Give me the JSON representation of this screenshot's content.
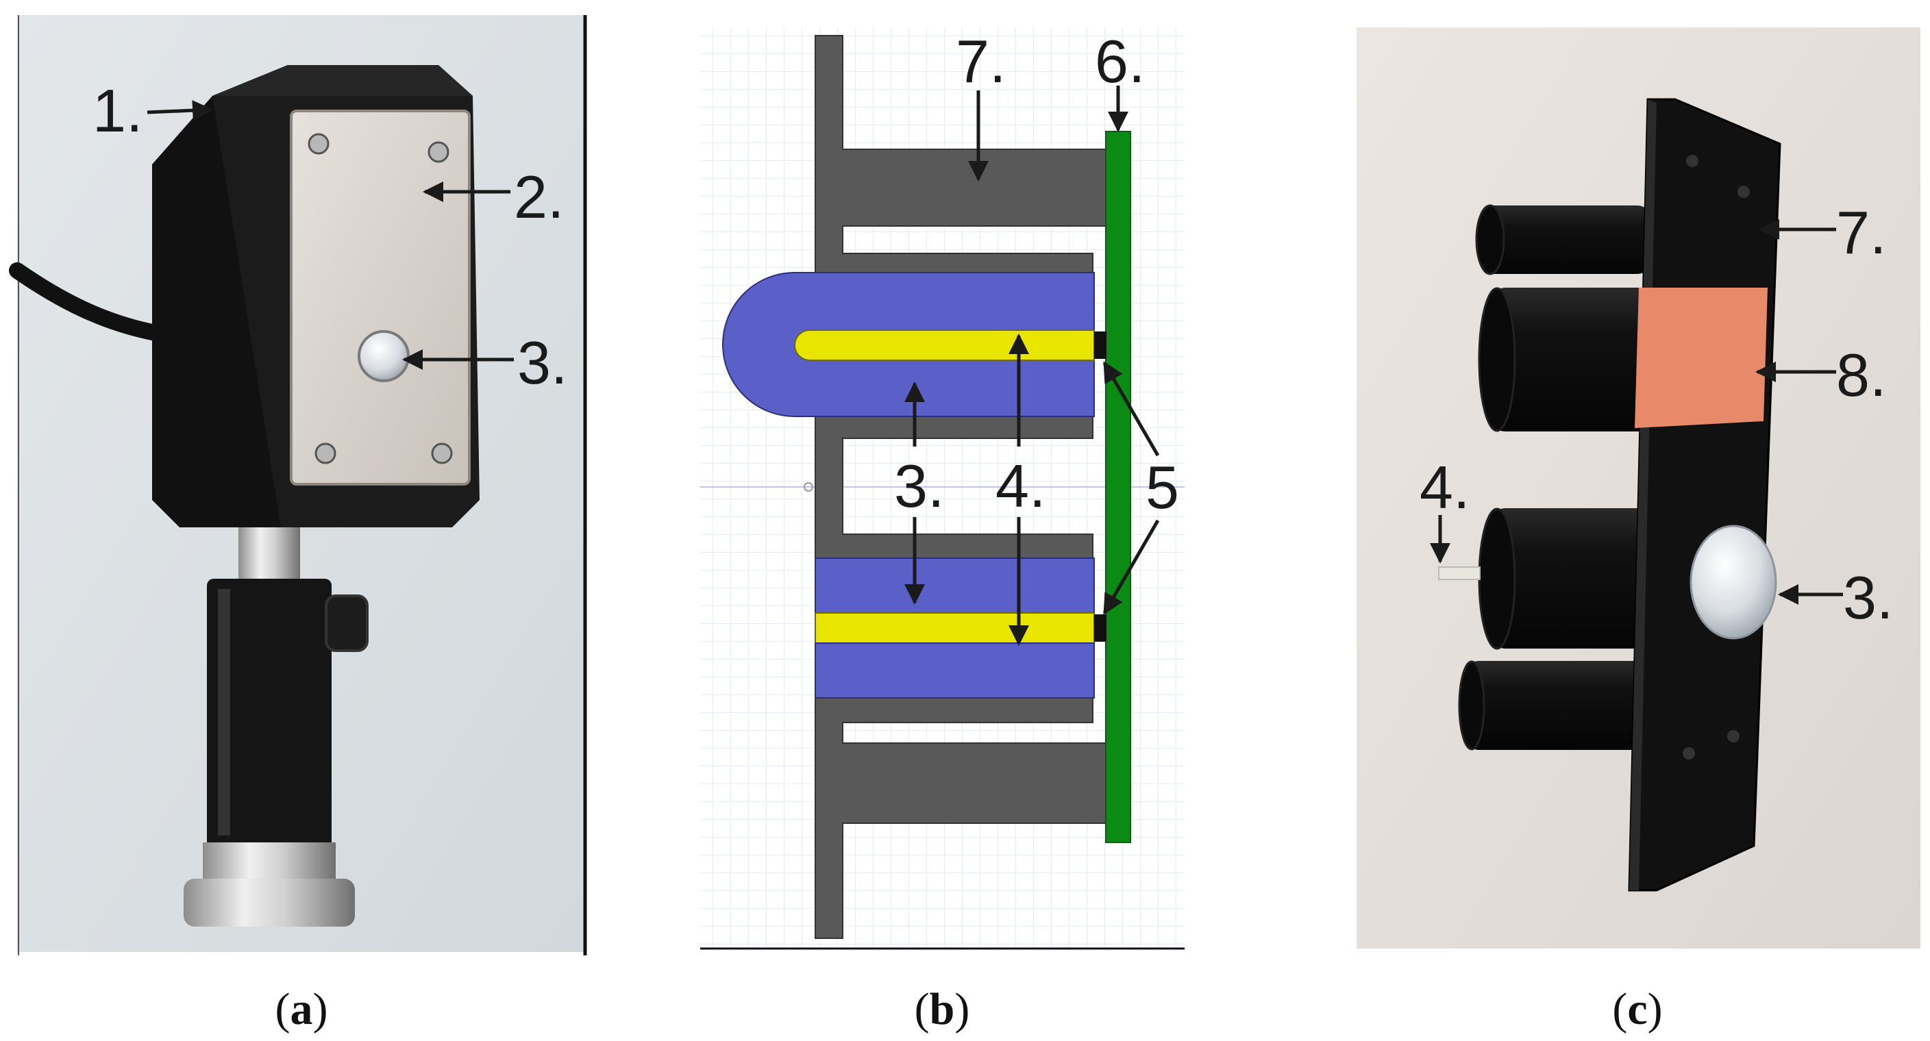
{
  "panels": [
    {
      "id": "a",
      "caption": {
        "open": "(",
        "letter": "a",
        "close": ")"
      },
      "labels": [
        "1.",
        "2.",
        "3."
      ]
    },
    {
      "id": "b",
      "caption": {
        "open": "(",
        "letter": "b",
        "close": ")"
      },
      "labels": [
        "7.",
        "6.",
        "3.",
        "4.",
        "5"
      ]
    },
    {
      "id": "c",
      "caption": {
        "open": "(",
        "letter": "c",
        "close": ")"
      },
      "labels": [
        "7.",
        "8.",
        "4.",
        "3."
      ]
    }
  ],
  "colors": {
    "housing": "#595959",
    "fiber_cladding": "#5b5fc8",
    "fiber_core": "#e8e600",
    "pcb": "#0b8a14",
    "sensor": "#111111",
    "copper_band": "#e8896a",
    "wall": "#dfe3e6",
    "grid": "#dfe6ee"
  },
  "icons": [
    "arrow-icon",
    "screw-icon"
  ]
}
